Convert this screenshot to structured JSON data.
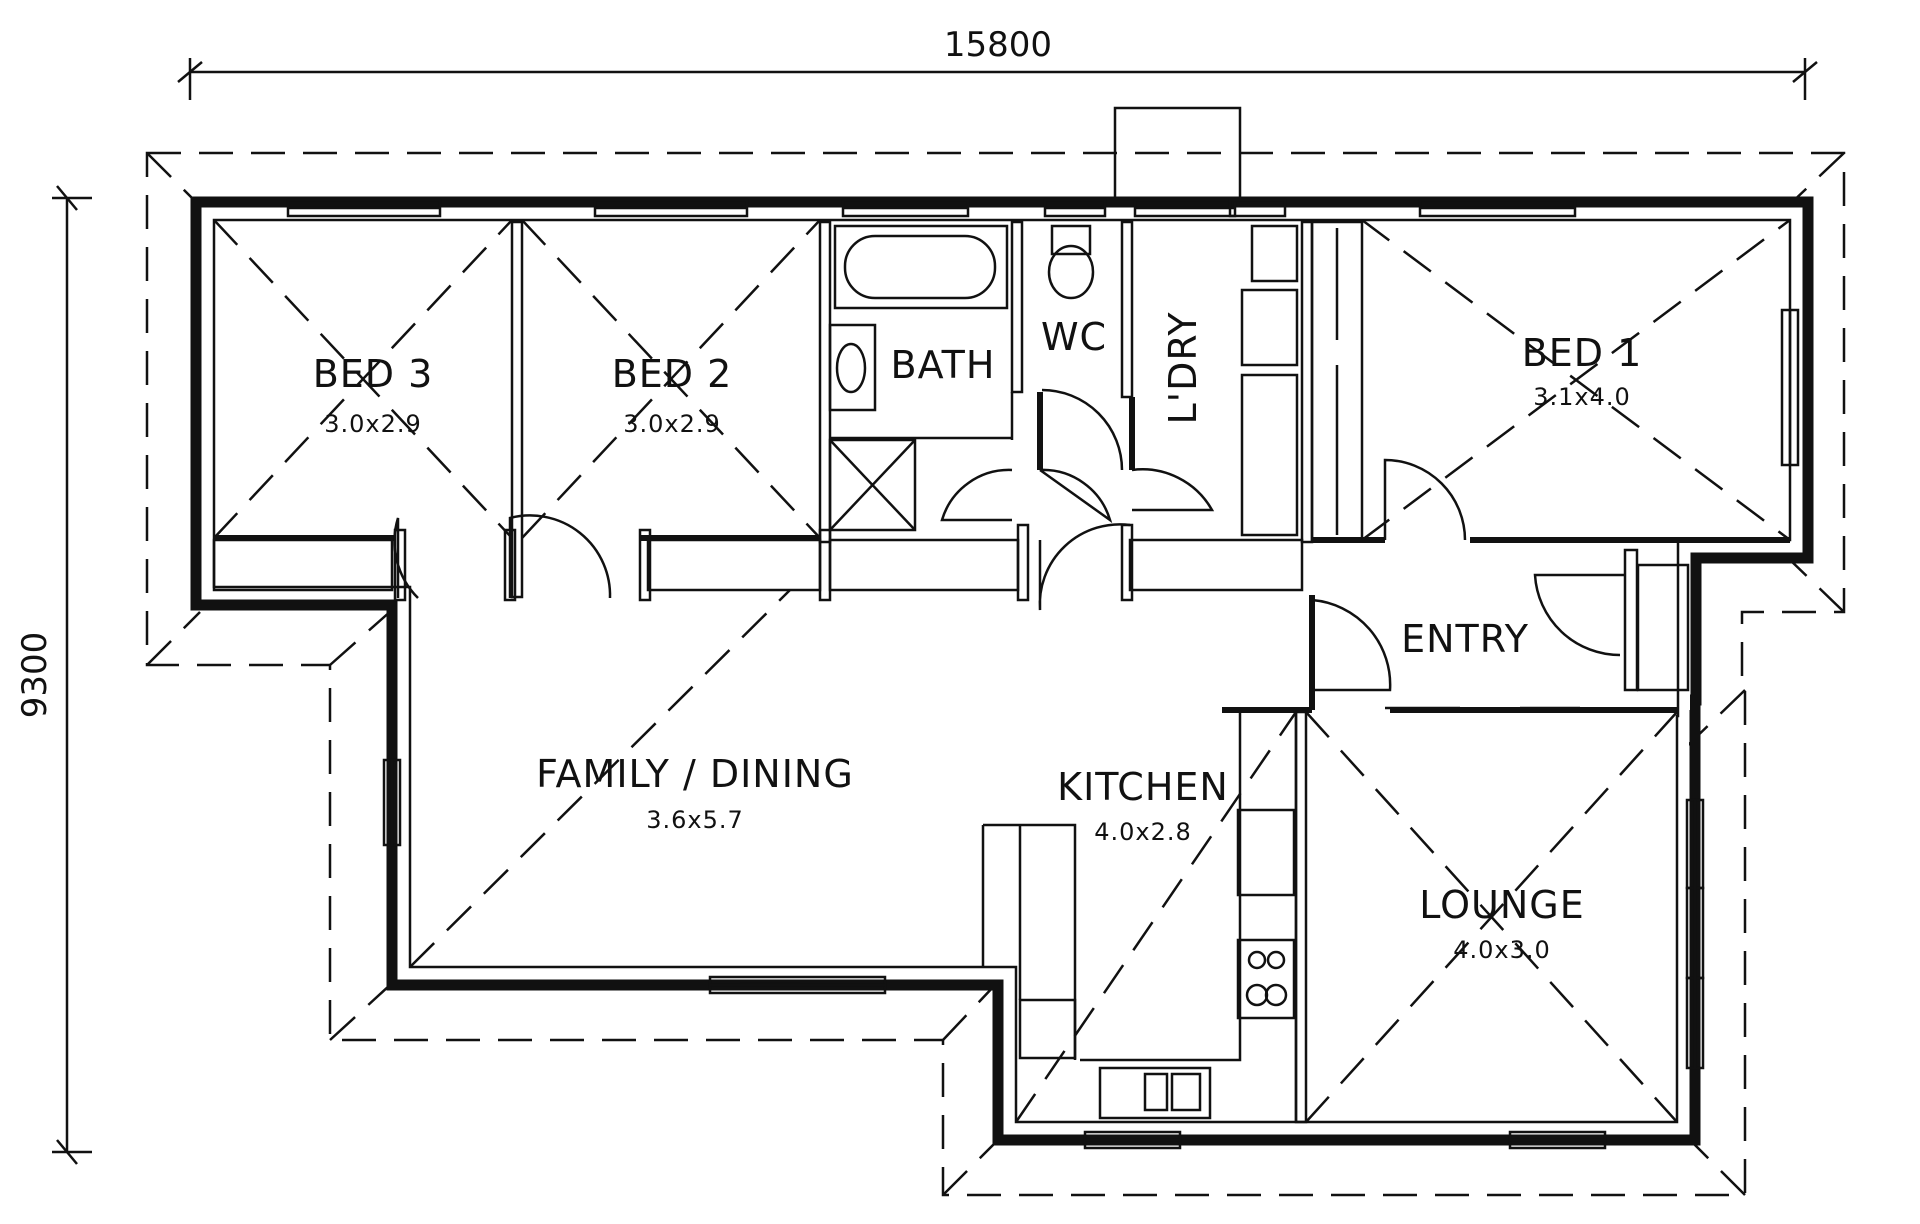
{
  "dimensions": {
    "width": "15800",
    "depth": "9300"
  },
  "rooms": {
    "bed3": {
      "name": "BED 3",
      "size": "3.0x2.9"
    },
    "bed2": {
      "name": "BED 2",
      "size": "3.0x2.9"
    },
    "bath": {
      "name": "BATH"
    },
    "wc": {
      "name": "WC"
    },
    "laundry": {
      "name": "L'DRY"
    },
    "bed1": {
      "name": "BED 1",
      "size": "3.1x4.0"
    },
    "entry": {
      "name": "ENTRY"
    },
    "family": {
      "name": "FAMILY / DINING",
      "size": "3.6x5.7"
    },
    "kitchen": {
      "name": "KITCHEN",
      "size": "4.0x2.8"
    },
    "lounge": {
      "name": "LOUNGE",
      "size": "4.0x3.0"
    }
  },
  "colors": {
    "ink": "#111111",
    "paper": "#ffffff"
  }
}
